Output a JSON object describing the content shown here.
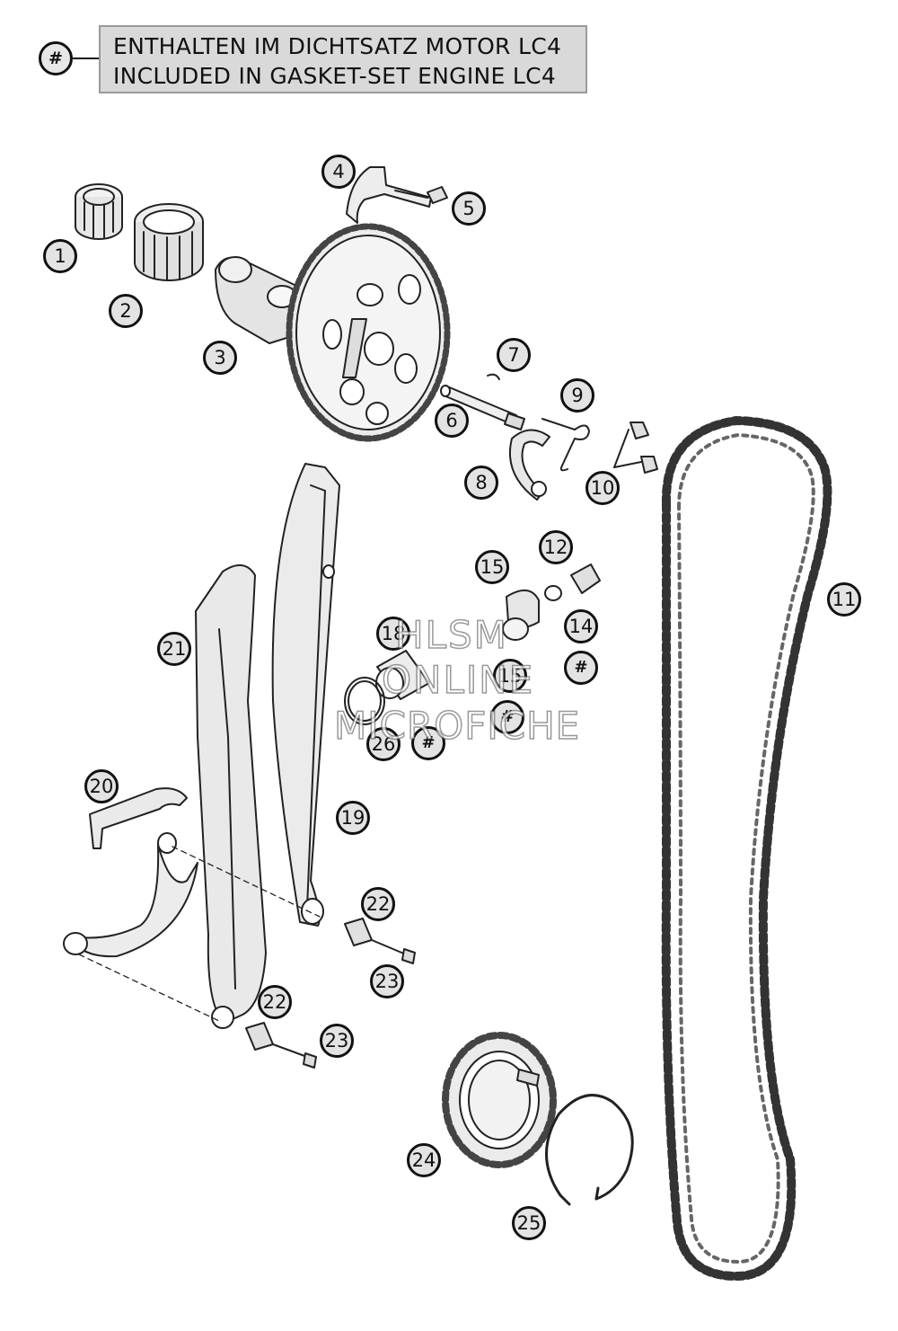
{
  "legend": {
    "marker": "#",
    "line_de": "ENTHALTEN IM DICHTSATZ MOTOR LC4",
    "line_en": "INCLUDED IN GASKET-SET ENGINE LC4"
  },
  "callouts": [
    {
      "id": "c1",
      "label": "1"
    },
    {
      "id": "c2",
      "label": "2"
    },
    {
      "id": "c3",
      "label": "3"
    },
    {
      "id": "c4",
      "label": "4"
    },
    {
      "id": "c5",
      "label": "5"
    },
    {
      "id": "c6",
      "label": "6"
    },
    {
      "id": "c7",
      "label": "7"
    },
    {
      "id": "c8",
      "label": "8"
    },
    {
      "id": "c9",
      "label": "9"
    },
    {
      "id": "c10",
      "label": "10"
    },
    {
      "id": "c11",
      "label": "11"
    },
    {
      "id": "c12",
      "label": "12"
    },
    {
      "id": "c14",
      "label": "14"
    },
    {
      "id": "c15a",
      "label": "15"
    },
    {
      "id": "c15b",
      "label": "15"
    },
    {
      "id": "c18",
      "label": "18"
    },
    {
      "id": "c19",
      "label": "19"
    },
    {
      "id": "c20",
      "label": "20"
    },
    {
      "id": "c21",
      "label": "21"
    },
    {
      "id": "c22a",
      "label": "22"
    },
    {
      "id": "c22b",
      "label": "22"
    },
    {
      "id": "c23a",
      "label": "23"
    },
    {
      "id": "c23b",
      "label": "23"
    },
    {
      "id": "c24",
      "label": "24"
    },
    {
      "id": "c25",
      "label": "25"
    },
    {
      "id": "c26",
      "label": "26"
    },
    {
      "id": "h1",
      "label": "#"
    },
    {
      "id": "h2",
      "label": "#"
    },
    {
      "id": "h3",
      "label": "#"
    }
  ],
  "watermark": {
    "line1": "HLSM",
    "line2": "ONLINE",
    "line3": "MICROFICHE"
  }
}
